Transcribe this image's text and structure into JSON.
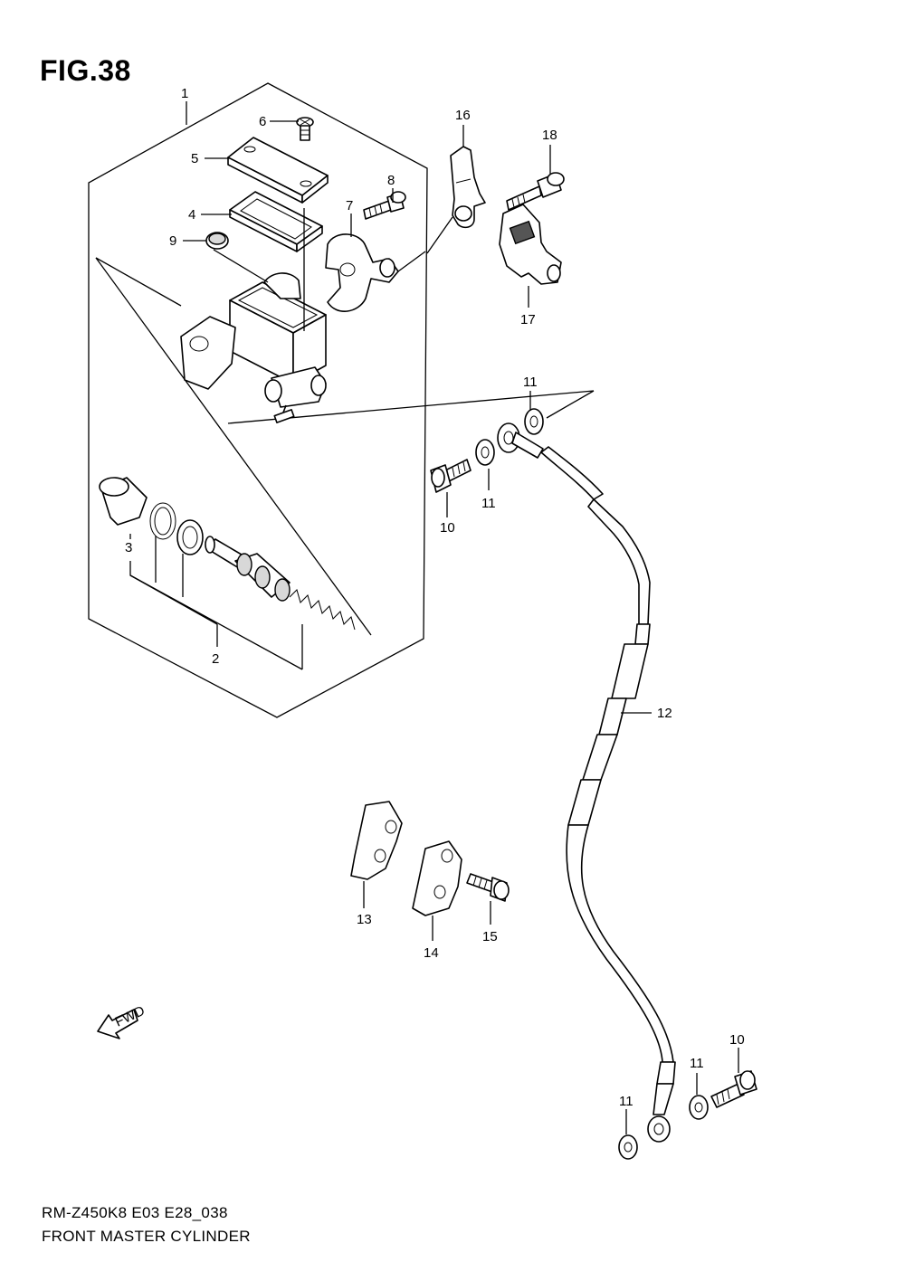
{
  "figure": {
    "title": "FIG.38",
    "caption_line1": "RM-Z450K8 E03 E28_038",
    "caption_line2": "FRONT MASTER CYLINDER",
    "fwd_label": "FWD"
  },
  "callouts": [
    {
      "id": "c1",
      "label": "1"
    },
    {
      "id": "c2",
      "label": "2"
    },
    {
      "id": "c3",
      "label": "3"
    },
    {
      "id": "c4",
      "label": "4"
    },
    {
      "id": "c5",
      "label": "5"
    },
    {
      "id": "c6",
      "label": "6"
    },
    {
      "id": "c7",
      "label": "7"
    },
    {
      "id": "c8",
      "label": "8"
    },
    {
      "id": "c9",
      "label": "9"
    },
    {
      "id": "c10a",
      "label": "10"
    },
    {
      "id": "c10b",
      "label": "10"
    },
    {
      "id": "c11a",
      "label": "11"
    },
    {
      "id": "c11b",
      "label": "11"
    },
    {
      "id": "c11c",
      "label": "11"
    },
    {
      "id": "c11d",
      "label": "11"
    },
    {
      "id": "c12",
      "label": "12"
    },
    {
      "id": "c13",
      "label": "13"
    },
    {
      "id": "c14",
      "label": "14"
    },
    {
      "id": "c15",
      "label": "15"
    },
    {
      "id": "c16",
      "label": "16"
    },
    {
      "id": "c17",
      "label": "17"
    },
    {
      "id": "c18",
      "label": "18"
    }
  ]
}
